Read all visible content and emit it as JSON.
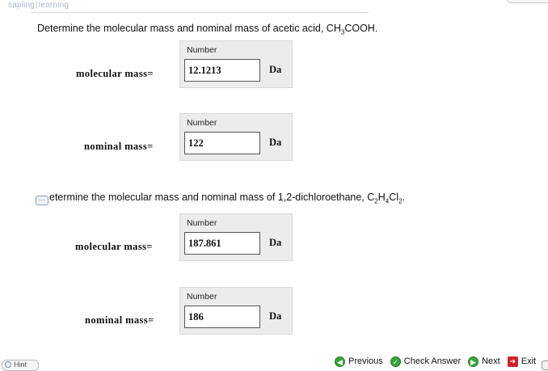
{
  "brand": {
    "part1": "sapling",
    "part2": "learning"
  },
  "q1": {
    "prefix": "Determine the molecular mass and nominal mass of acetic acid, CH",
    "sub": "3",
    "suffix": "COOH."
  },
  "q2": {
    "prefix": "etermine the molecular mass and nominal mass of 1,2-dichloroethane, C",
    "sub1": "2",
    "mid1": "H",
    "sub2": "4",
    "mid2": "Cl",
    "sub3": "2",
    "suffix": "."
  },
  "fields": {
    "caption": "Number",
    "unit": "Da",
    "molecular_label": "molecular  mass=",
    "nominal_label": "nominal  mass=",
    "q1_molecular": "12.1213",
    "q1_nominal": "122",
    "q2_molecular": "187.861",
    "q2_nominal": "186"
  },
  "footer": {
    "hint": "Hint",
    "previous": "Previous",
    "check": "Check Answer",
    "next": "Next",
    "exit": "Exit"
  },
  "colors": {
    "accent_green": "#3aa33a",
    "exit_red": "#c9262b",
    "panel_gray": "#ececec"
  }
}
